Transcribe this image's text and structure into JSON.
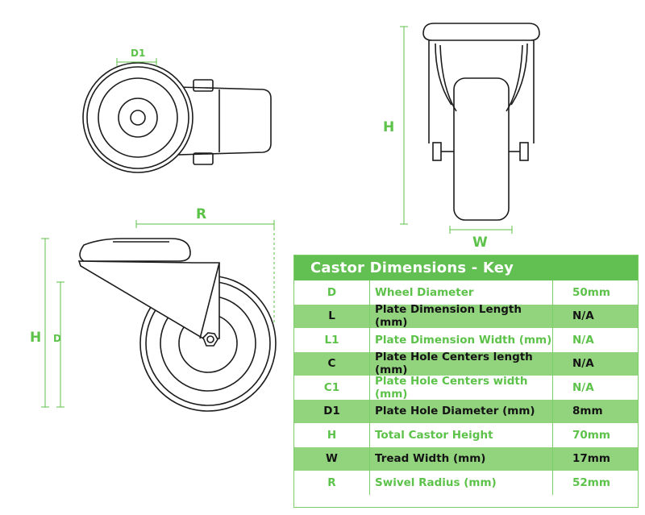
{
  "labels": {
    "d1": "D1",
    "h_front": "H",
    "w": "W",
    "r": "R",
    "h_side": "H",
    "d_side": "D"
  },
  "table": {
    "title": "Castor Dimensions - Key",
    "rows": [
      {
        "code": "D",
        "description": "Wheel Diameter",
        "value": "50mm"
      },
      {
        "code": "L",
        "description": "Plate Dimension Length (mm)",
        "value": "N/A"
      },
      {
        "code": "L1",
        "description": "Plate Dimension Width (mm)",
        "value": "N/A"
      },
      {
        "code": "C",
        "description": "Plate Hole Centers length (mm)",
        "value": "N/A"
      },
      {
        "code": "C1",
        "description": "Plate Hole Centers width (mm)",
        "value": "N/A"
      },
      {
        "code": "D1",
        "description": "Plate Hole Diameter (mm)",
        "value": "8mm"
      },
      {
        "code": "H",
        "description": "Total Castor Height",
        "value": "70mm"
      },
      {
        "code": "W",
        "description": "Tread Width (mm)",
        "value": "17mm"
      },
      {
        "code": "R",
        "description": "Swivel Radius (mm)",
        "value": "52mm"
      }
    ]
  },
  "colors": {
    "accent": "#62bf52",
    "row_fill": "#92d37e",
    "line": "#1c1c1c"
  }
}
